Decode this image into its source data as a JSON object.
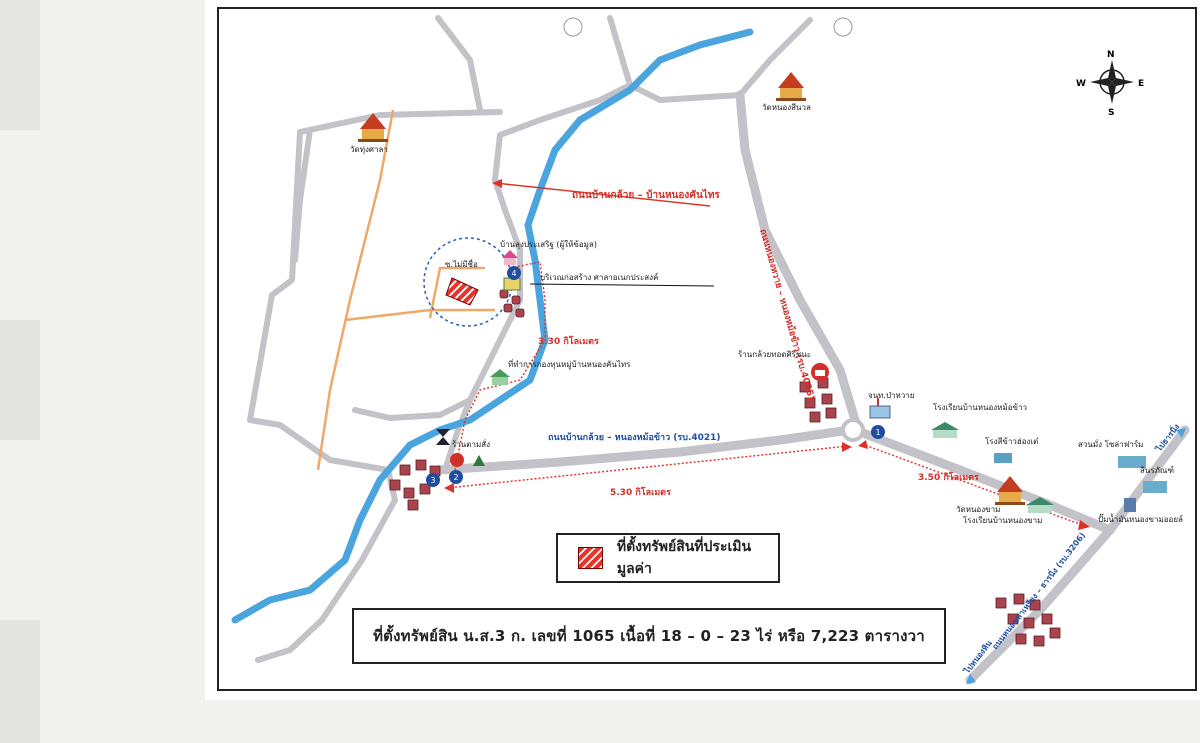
{
  "compass": {
    "n": "N",
    "s": "S",
    "e": "E",
    "w": "W"
  },
  "places": {
    "wat_thung_sala": "วัดทุ่งศาลา",
    "wat_nong_sinuan": "วัดหนองสีนวล",
    "ban_lung_prasert": "บ้านลุงประเสริฐ (ผู้ให้ข้อมูล)",
    "pond": "ซ.ไม่มีชื่อ",
    "sala_area": "บริเวณก่อสร้าง ศาลาอเนกประสงค์",
    "village_office": "ที่ทำการกองทุนหมู่บ้านหนองคันไทร",
    "shop_tam_sang": "ร้านตามสั่ง",
    "shop_suksan": "ร้านกล้วยทอดศิริชนะ",
    "police": "จนท.ป่าหวาย",
    "school_nong_mo": "โรงเรียนบ้านหนองหม้อข้าว",
    "rong_sip": "โรงสีข้าวฮ่องเต๋",
    "wat_nong_kham": "วัดหนองขาม",
    "school_nong_kham": "โรงเรียนบ้านหนองขาม",
    "suan_mango": "สวนมั่ง โซล่าฟาร์ม",
    "sin_rak": "สินรภัณฑ์",
    "gas_station": "ปั๊มน้ำมันหนองขามออยล์"
  },
  "roads": {
    "road_top": "ถนนบ้านกล้วย – บ้านหนองคันไทร",
    "road_main": "ถนนบ้านกล้วย – หนองหม้อข้าว (รบ.4021)",
    "road_diag": "ถนนหนองหวาย – หนองหม้อข้าว (รบ.4025)",
    "road_right": "ถนนหนองเสาเหรียง – ธารนิ่ง (รบ.3206)",
    "to_a": "ไปธารนิ่ง",
    "to_b": "ไปหนองหิน"
  },
  "distances": {
    "d1": "3.30 กิโลเมตร",
    "d2": "5.30 กิโลเมตร",
    "d3": "3.50 กิโลเมตร"
  },
  "markers": [
    "4",
    "1",
    "3",
    "2"
  ],
  "legend": {
    "label": "ที่ตั้งทรัพย์สินที่ประเมินมูลค่า"
  },
  "info": {
    "text": "ที่ตั้งทรัพย์สิน น.ส.3 ก. เลขที่ 1065  เนื้อที่ 18 – 0 – 23 ไร่  หรือ 7,223 ตารางวา"
  },
  "colors": {
    "river": "#4aa5de",
    "road": "#c2c2c8",
    "route": "#e03028",
    "path": "#f0a868",
    "frame": "#222222"
  }
}
